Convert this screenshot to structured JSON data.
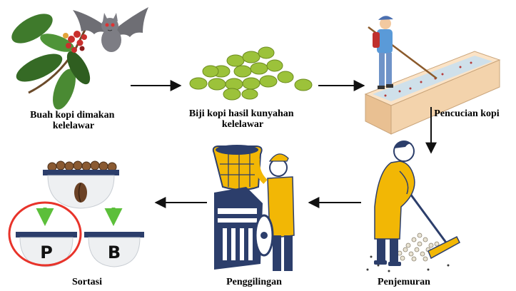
{
  "steps": [
    {
      "id": "bat",
      "line1": "Buah kopi dimakan",
      "line2": "kelelawar"
    },
    {
      "id": "beans",
      "line1": "Biji kopi hasil kunyahan",
      "line2": "kelelawar"
    },
    {
      "id": "wash",
      "line1": "Pencucian kopi"
    },
    {
      "id": "dry",
      "line1": "Penjemuran"
    },
    {
      "id": "grind",
      "line1": "Penggilingan"
    },
    {
      "id": "sort",
      "line1": "Sortasi"
    }
  ],
  "sorting_bins": {
    "left": "P",
    "right": "B"
  },
  "colors": {
    "navy": "#2c3e6b",
    "yellow": "#f2b705",
    "leaf": "#3f7a2c",
    "bean_green": "#9cc23a",
    "highlight_circle": "#e8332a",
    "arrow_green": "#5cbf3a",
    "box_wood": "#f3d3ac"
  },
  "icons": [
    "bat-icon",
    "coffee-branch-icon",
    "green-beans-icon",
    "washing-worker-icon",
    "drying-worker-icon",
    "grinding-machine-icon",
    "sorting-bowls-icon"
  ]
}
